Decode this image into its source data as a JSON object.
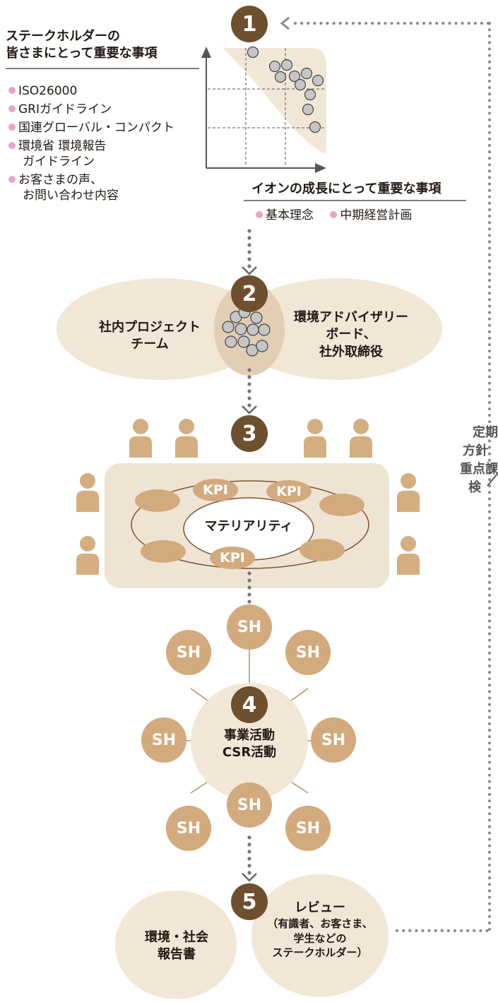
{
  "steps": [
    "1",
    "2",
    "3",
    "4",
    "5"
  ],
  "step1": {
    "title_line1": "ステークホルダーの",
    "title_line2": "皆さまにとって重要な事項",
    "criteria": [
      {
        "line1": "ISO26000",
        "line2": ""
      },
      {
        "line1": "GRIガイドライン",
        "line2": ""
      },
      {
        "line1": "国連グローバル・コンパクト",
        "line2": ""
      },
      {
        "line1": "環境省 環境報告",
        "line2": "ガイドライン"
      },
      {
        "line1": "お客さまの声、",
        "line2": "お問い合わせ内容"
      }
    ],
    "x_title": "イオンの成長にとって重要な事項",
    "x_criteria": [
      "基本理念",
      "中期経営計画"
    ]
  },
  "step2": {
    "left": [
      "社内プロジェクト",
      "チーム"
    ],
    "right": [
      "環境アドバイザリー",
      "ボード、",
      "社外取締役"
    ]
  },
  "step3": {
    "center": "マテリアリティ",
    "kpi_label": "KPI"
  },
  "step4": {
    "center_line1": "事業活動",
    "center_line2": "CSR活動",
    "sh_label": "SH"
  },
  "step5": {
    "left_line1": "環境・社会",
    "left_line2": "報告書",
    "right_title": "レビュー",
    "right_lines": [
      "（有識者、お客さま、",
      "学生などの",
      "ステークホルダー）"
    ]
  },
  "feedback": {
    "lines": [
      "定期",
      "方針",
      "重点課",
      "検"
    ]
  },
  "colors": {
    "step_badge": "#6e4f2e",
    "beige": "#f2e7d6",
    "tan": "#d3aa7d",
    "pink": "#e9a4c8",
    "person": "#d4ae80"
  }
}
